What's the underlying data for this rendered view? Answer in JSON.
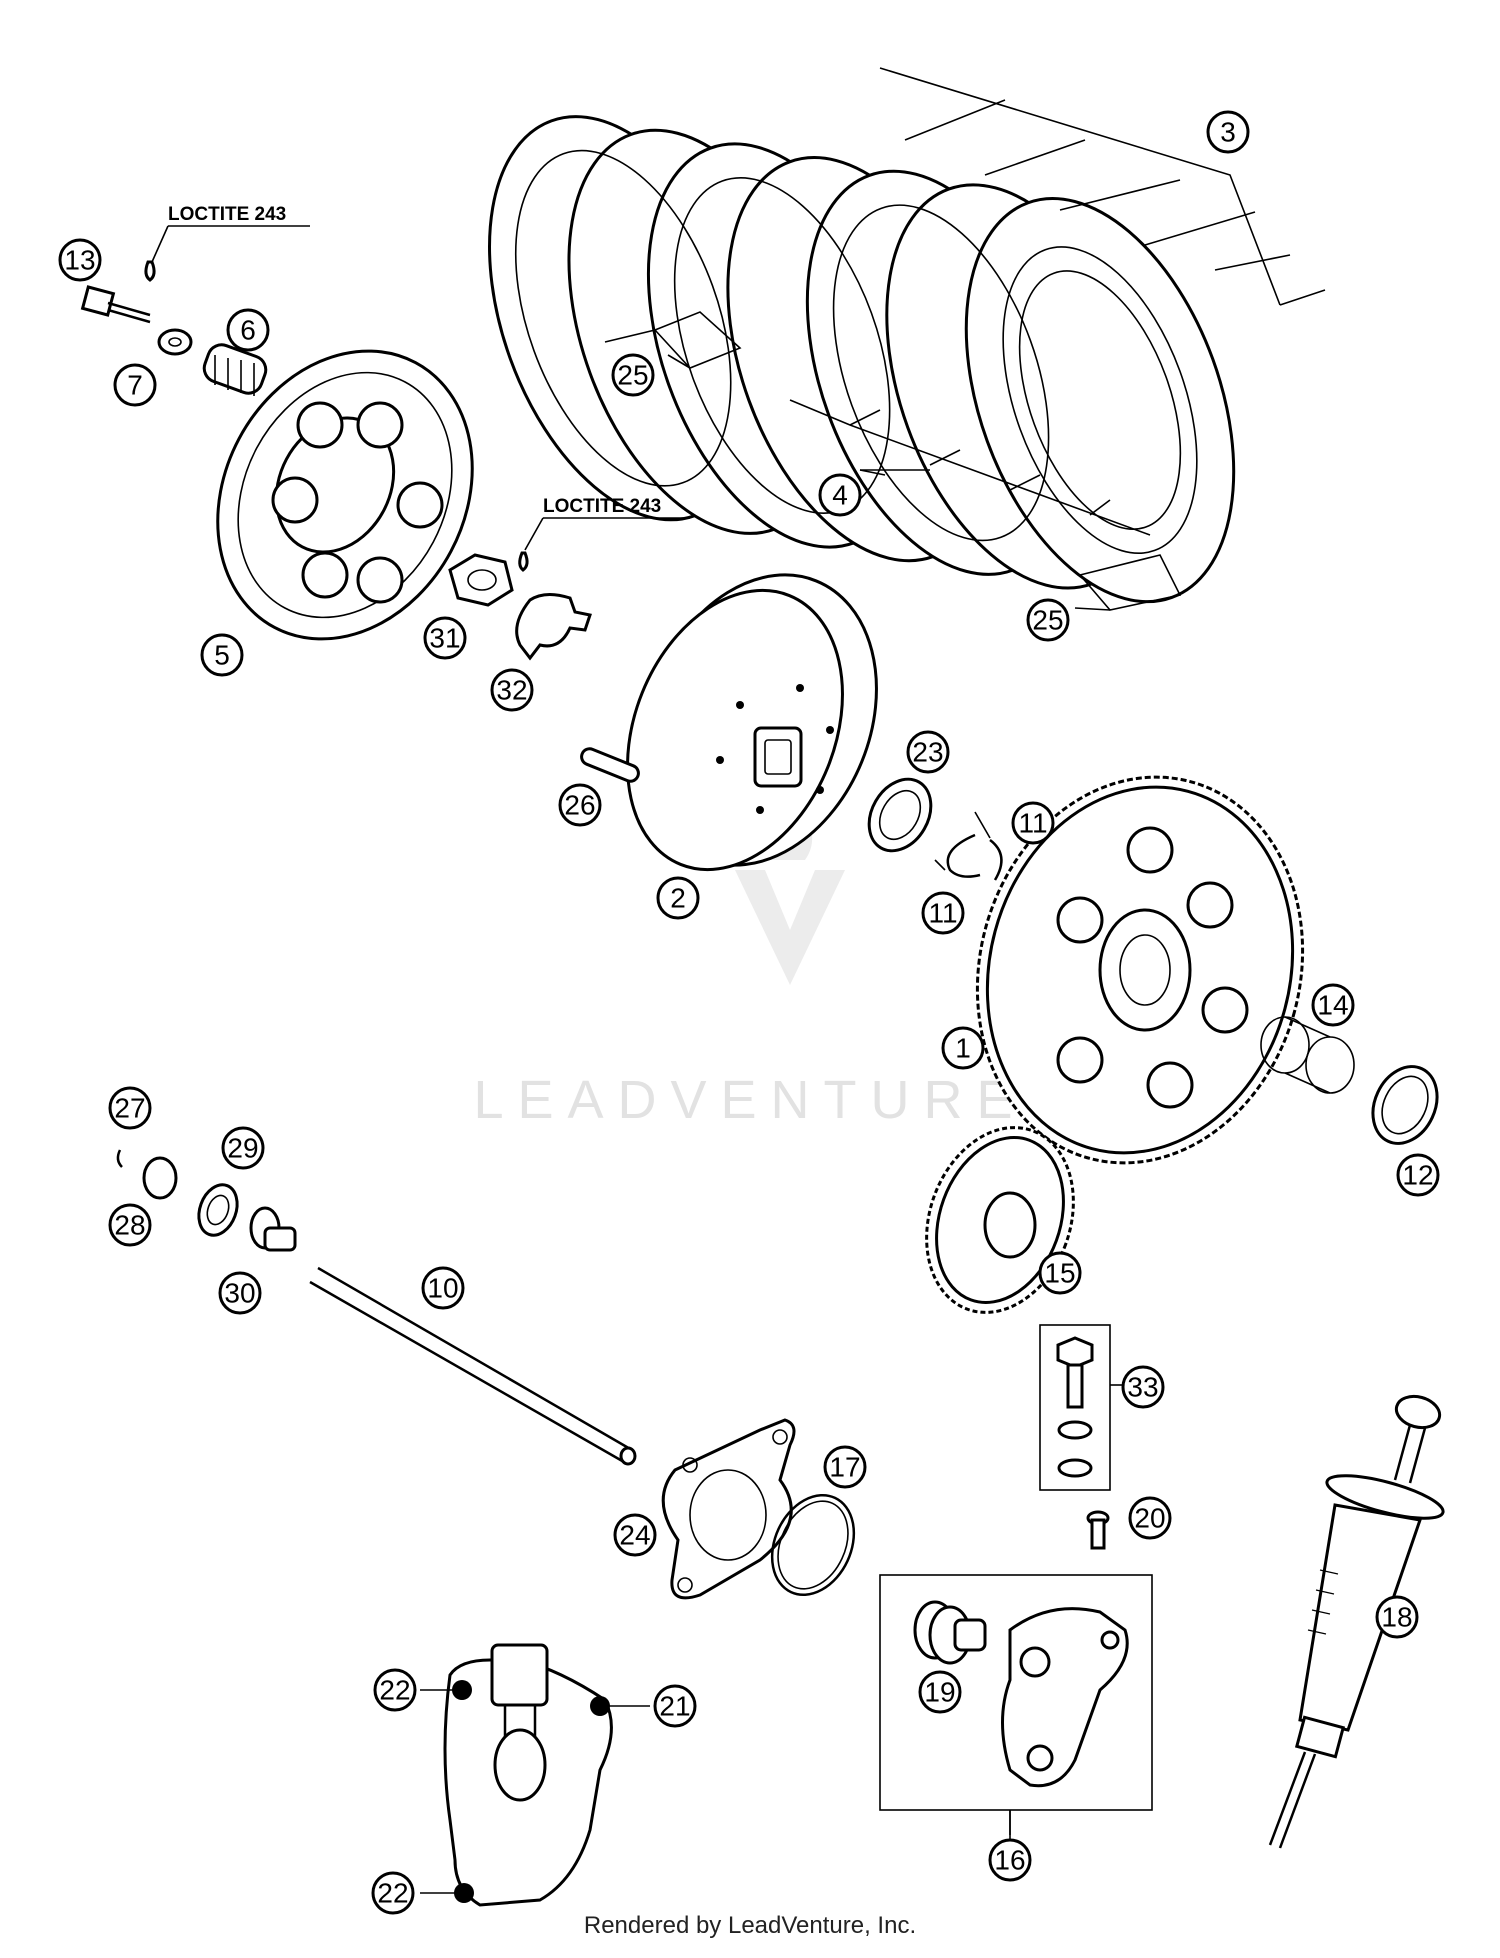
{
  "annotations": {
    "loctite_1": "LOCTITE 243",
    "loctite_2": "LOCTITE 243"
  },
  "watermark": "LEADVENTURE",
  "footer": "Rendered by LeadVenture, Inc.",
  "callouts": [
    "1",
    "2",
    "3",
    "4",
    "5",
    "6",
    "7",
    "10",
    "11",
    "11",
    "12",
    "13",
    "14",
    "15",
    "16",
    "17",
    "18",
    "19",
    "20",
    "21",
    "22",
    "22",
    "23",
    "24",
    "25",
    "25",
    "26",
    "27",
    "28",
    "29",
    "30",
    "31",
    "32",
    "33"
  ],
  "colors": {
    "line": "#000000",
    "watermark": "#e2e2e2",
    "background": "#ffffff"
  }
}
